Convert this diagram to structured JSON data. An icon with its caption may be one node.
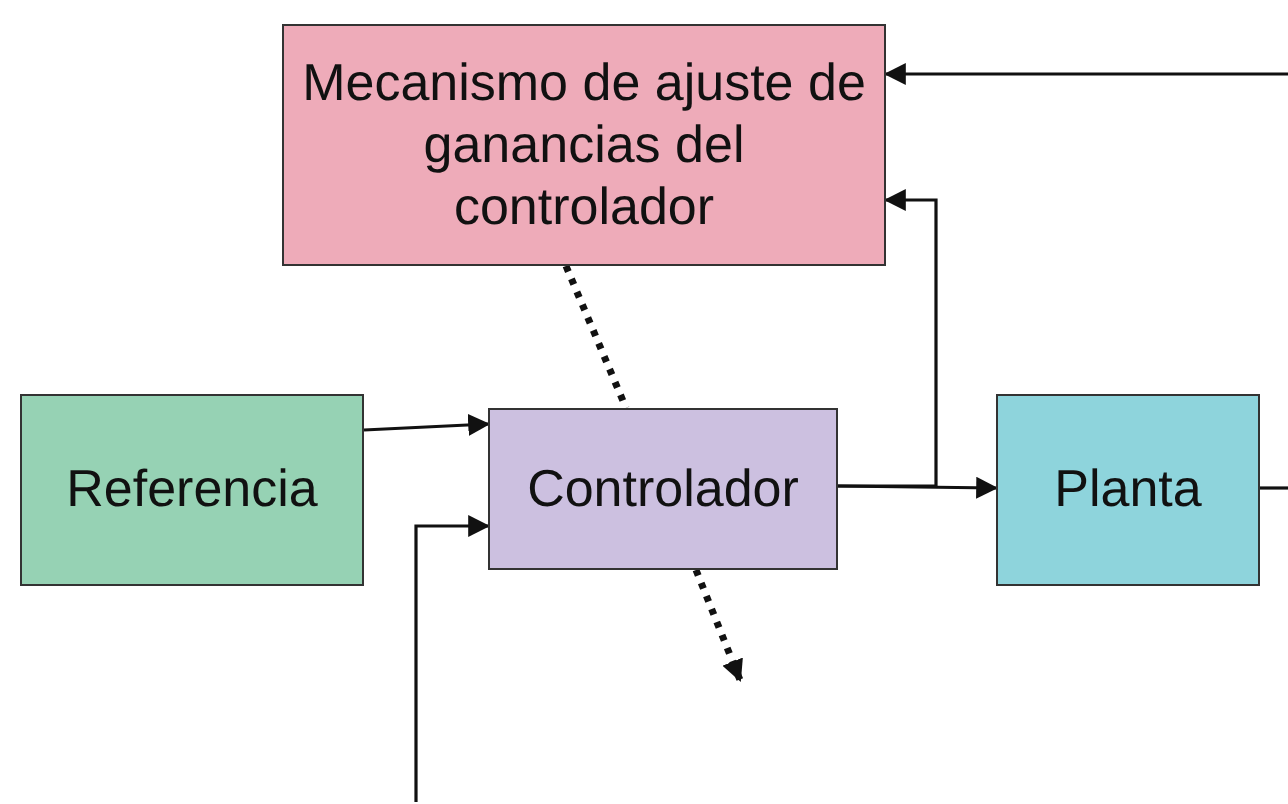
{
  "diagram": {
    "nodes": [
      {
        "text": [
          "Mecanismo de ajuste de ganancias del controlador"
        ]
      },
      {
        "text": [
          "Referencia"
        ]
      },
      {
        "text": [
          "Controlador"
        ]
      },
      {
        "text": [
          "Planta"
        ]
      }
    ],
    "edges": [
      {
        "from": 1,
        "to": 2,
        "arrow": "to"
      },
      {
        "from": 2,
        "to": 3,
        "arrow": "to"
      },
      {
        "from": 2,
        "to": 0,
        "arrow": "to"
      },
      {
        "from": null,
        "to": 0,
        "arrow": "to"
      },
      {
        "from": 3,
        "to": null,
        "arrow": "none"
      },
      {
        "from": null,
        "to": 2,
        "arrow": "to"
      },
      {
        "from": 0,
        "to": 2,
        "arrow": "none",
        "style": "dashed"
      },
      {
        "from": 2,
        "to": null,
        "arrow": "to",
        "style": "dashed"
      }
    ]
  }
}
